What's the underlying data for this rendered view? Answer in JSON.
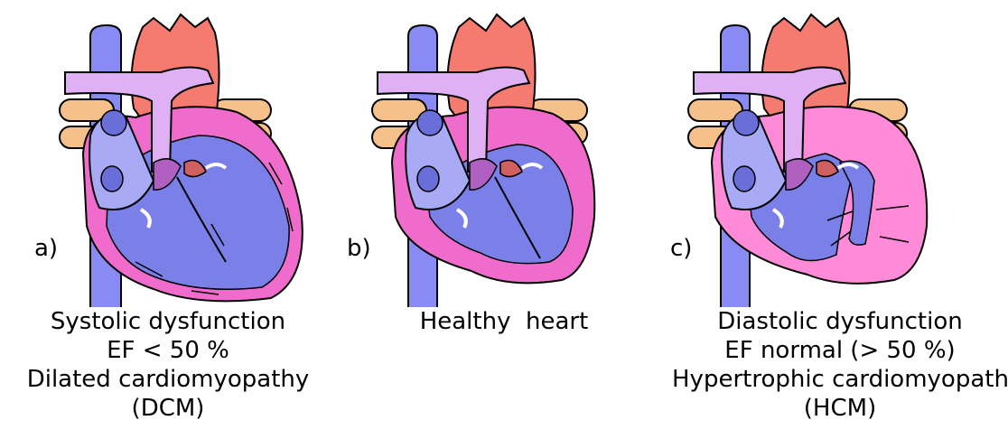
{
  "panels": [
    {
      "label": "a)",
      "caption": [
        "Systolic dysfunction",
        "EF < 50 %",
        "Dilated cardiomyopathy",
        "(DCM)"
      ]
    },
    {
      "label": "b)",
      "caption": [
        "Healthy  heart"
      ]
    },
    {
      "label": "c)",
      "caption": [
        "Diastolic dysfunction",
        "EF normal (> 50 %)",
        "Hypertrophic cardiomyopathy",
        "(HCM)"
      ]
    }
  ],
  "colors": {
    "vena_cava": "#8a8af5",
    "aorta": "#f57a70",
    "pulmonary_artery": "#e0b0f5",
    "pulmonary_veins": "#f5c08a",
    "myocardium": "#f06ccc",
    "myocardium_light": "#ff8ad8",
    "ventricle_cavity": "#7b7fe8",
    "atrium": "#a8aaf5",
    "valve": "#ffffff"
  }
}
